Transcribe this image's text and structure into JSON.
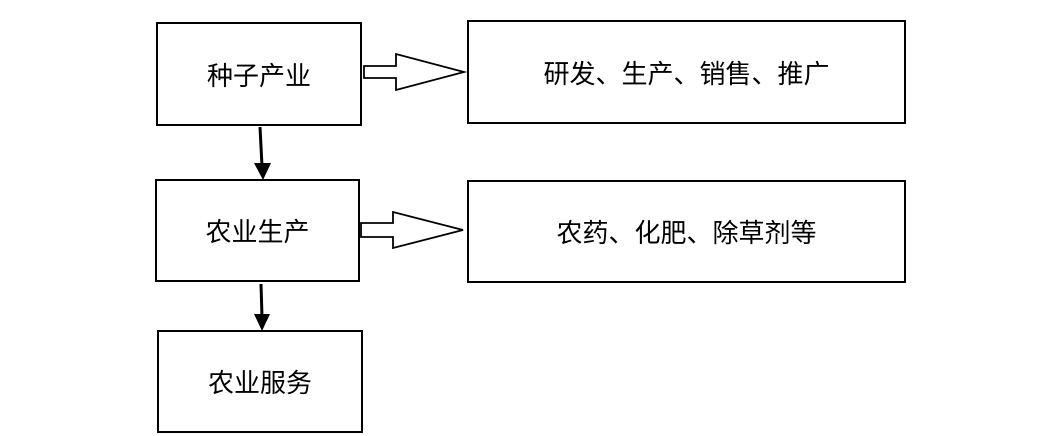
{
  "diagram": {
    "nodes": {
      "seed_industry": "种子产业",
      "seed_activities": "研发、生产、销售、推广",
      "agricultural_production": "农业生产",
      "production_inputs": "农药、化肥、除草剂等",
      "agricultural_services": "农业服务"
    },
    "edges": [
      {
        "from": "seed_industry",
        "to": "seed_activities",
        "style": "hollow-block-arrow"
      },
      {
        "from": "seed_industry",
        "to": "agricultural_production",
        "style": "solid-arrow"
      },
      {
        "from": "agricultural_production",
        "to": "production_inputs",
        "style": "hollow-block-arrow"
      },
      {
        "from": "agricultural_production",
        "to": "agricultural_services",
        "style": "solid-arrow"
      }
    ]
  }
}
